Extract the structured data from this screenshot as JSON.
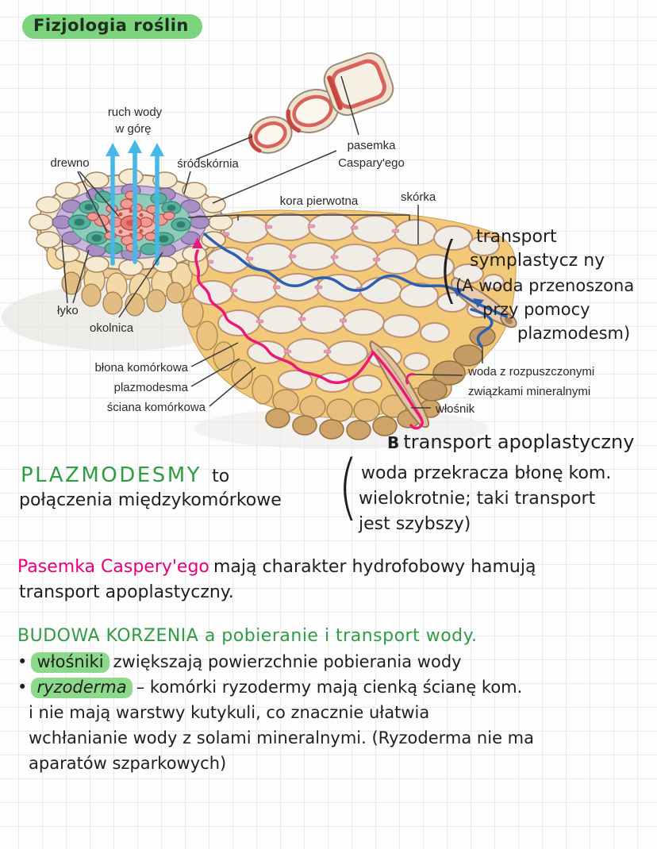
{
  "page": {
    "title": "Fizjologia roślin"
  },
  "diagram": {
    "labels": {
      "ruch_wody_line1": "ruch wody",
      "ruch_wody_line2": "w górę",
      "drewno": "drewno",
      "srodskornia": "śródskórnia",
      "pasemka_line1": "pasemka",
      "pasemka_line2": "Caspary'ego",
      "kora_pierwotna": "kora pierwotna",
      "skorka": "skórka",
      "lyko": "łyko",
      "okolnica": "okolnica",
      "blona_komorkowa": "błona komórkowa",
      "plazmodesma": "plazmodesma",
      "sciana_komorkowa": "ściana komórkowa",
      "woda_line1": "woda z rozpuszczonymi",
      "woda_line2": "związkami mineralnymi",
      "wlosnik": "włośnik"
    }
  },
  "annotations": {
    "symplast": {
      "paren": "(",
      "line1": "transport",
      "line2": "symplastycz ny",
      "line3": "(A woda przenoszona",
      "line4": "przy pomocy",
      "line5": "plazmodesm)"
    },
    "apoplast": {
      "label_letter": "B",
      "heading": "transport apoplastyczny",
      "paren": "(",
      "line1": "woda przekracza błonę kom.",
      "line2": "wielokrotnie; taki transport",
      "line3": "jest szybszy)"
    }
  },
  "notes": {
    "bullet": "•",
    "plazmodesmy": {
      "term": "PLAZMODESMY",
      "suffix": "to",
      "line2": "połączenia międzykomórkowe"
    },
    "pasemka": {
      "term": "Pasemka Caspery'ego",
      "rest": "mają charakter hydrofobowy hamują",
      "line2": "transport apoplastyczny."
    },
    "budowa": {
      "heading": "BUDOWA KORZENIA a pobieranie i transport wody.",
      "wlosniki_term": "włośniki",
      "wlosniki_rest": "zwiększają powierzchnie pobierania wody",
      "ryzoderma_term": "ryzoderma",
      "ryzoderma_rest": "– komórki ryzodermy mają cienką ścianę kom.",
      "ryzoderma_line2": "i nie mają warstwy kutykuli, co znacznie ułatwia",
      "ryzoderma_line3": "wchłanianie wody z solami mineralnymi. (Ryzoderma nie ma",
      "ryzoderma_line4": "aparatów szparkowych)"
    }
  },
  "colors": {
    "highlight_green": "#8cd98c",
    "heading_green": "#2e9d44",
    "magenta": "#e5007d",
    "arrow_light_blue": "#45b8e8",
    "symplast_blue": "#2d5fb0",
    "apoplast_pink": "#ec1878"
  }
}
